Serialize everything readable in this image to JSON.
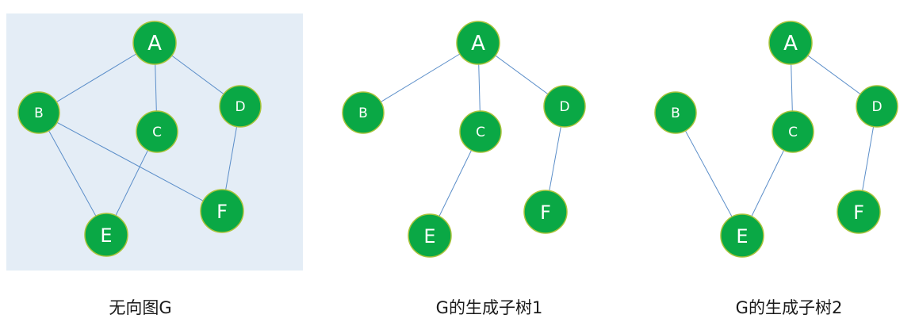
{
  "panels": [
    {
      "caption": "无向图G",
      "nodes": [
        {
          "id": "A",
          "label": "A"
        },
        {
          "id": "B",
          "label": "B"
        },
        {
          "id": "C",
          "label": "C"
        },
        {
          "id": "D",
          "label": "D"
        },
        {
          "id": "E",
          "label": "E"
        },
        {
          "id": "F",
          "label": "F"
        }
      ],
      "edges": [
        [
          "A",
          "B"
        ],
        [
          "A",
          "C"
        ],
        [
          "A",
          "D"
        ],
        [
          "B",
          "E"
        ],
        [
          "B",
          "F"
        ],
        [
          "C",
          "E"
        ],
        [
          "D",
          "F"
        ]
      ],
      "background": "#e4edf6"
    },
    {
      "caption": "G的生成子树1",
      "nodes": [
        {
          "id": "A",
          "label": "A"
        },
        {
          "id": "B",
          "label": "B"
        },
        {
          "id": "C",
          "label": "C"
        },
        {
          "id": "D",
          "label": "D"
        },
        {
          "id": "E",
          "label": "E"
        },
        {
          "id": "F",
          "label": "F"
        }
      ],
      "edges": [
        [
          "A",
          "B"
        ],
        [
          "A",
          "C"
        ],
        [
          "A",
          "D"
        ],
        [
          "C",
          "E"
        ],
        [
          "D",
          "F"
        ]
      ]
    },
    {
      "caption": "G的生成子树2",
      "nodes": [
        {
          "id": "A",
          "label": "A"
        },
        {
          "id": "B",
          "label": "B"
        },
        {
          "id": "C",
          "label": "C"
        },
        {
          "id": "D",
          "label": "D"
        },
        {
          "id": "E",
          "label": "E"
        },
        {
          "id": "F",
          "label": "F"
        }
      ],
      "edges": [
        [
          "A",
          "C"
        ],
        [
          "A",
          "D"
        ],
        [
          "B",
          "E"
        ],
        [
          "C",
          "E"
        ],
        [
          "D",
          "F"
        ]
      ]
    }
  ],
  "colors": {
    "node_fill": "#0aa845",
    "node_border": "#a8c33a",
    "edge": "#5b8ec9",
    "panel_background": "#e4edf6"
  }
}
